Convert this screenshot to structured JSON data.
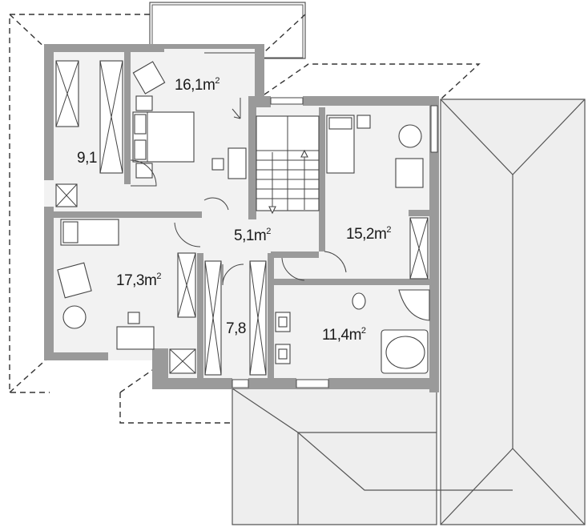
{
  "rooms": {
    "bedroom_main": {
      "label": "16,1",
      "unit": "m",
      "sup": "2"
    },
    "wardrobe": {
      "label": "9,1"
    },
    "bedroom_right": {
      "label": "15,2",
      "unit": "m",
      "sup": "2"
    },
    "hall": {
      "label": "5,1",
      "unit": "m",
      "sup": "2"
    },
    "bedroom_left": {
      "label": "17,3",
      "unit": "m",
      "sup": "2"
    },
    "closet": {
      "label": "7,8"
    },
    "bathroom": {
      "label": "11,4",
      "unit": "m",
      "sup": "2"
    }
  }
}
